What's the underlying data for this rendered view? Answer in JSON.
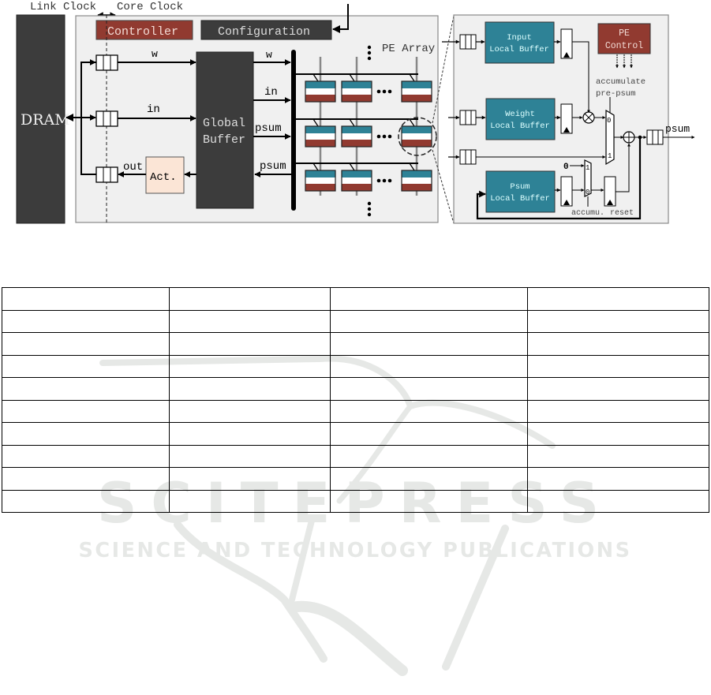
{
  "figure": {
    "clock_labels": {
      "link": "Link Clock",
      "core": "Core Clock"
    },
    "dram_label": "DRAM",
    "controller_label": "Controller",
    "configuration_label": "Configuration",
    "global_buffer_label": [
      "Global",
      "Buffer"
    ],
    "act_label": "Act.",
    "pe_array_label": "PE Array",
    "signals": {
      "w_left": "w",
      "in_left": "in",
      "out_left": "out",
      "w_right": "w",
      "in_right": "in",
      "psum_in": "psum",
      "psum_out": "psum"
    },
    "pe_detail": {
      "input_buffer": [
        "Input",
        "Local Buffer"
      ],
      "weight_buffer": [
        "Weight",
        "Local Buffer"
      ],
      "psum_buffer": [
        "Psum",
        "Local Buffer"
      ],
      "pe_control": [
        "PE",
        "Control"
      ],
      "accumulate_label": [
        "accumulate",
        "pre-psum"
      ],
      "mux_top_inputs": [
        "0",
        "1"
      ],
      "mux_bottom_inputs": [
        "1",
        "0"
      ],
      "zero_constant": "0",
      "accumu_label": "accumu.",
      "reset_label": "reset",
      "output_label": "psum"
    },
    "colors": {
      "dark_block": "#3c3c3c",
      "controller_red": "#913a30",
      "teal": "#2e8296",
      "act_fill": "#fbe5d6",
      "panel_bg": "#f0f0f0",
      "pe_top": "#2e8296",
      "pe_bottom": "#913a30"
    }
  },
  "table": {
    "columns": 4,
    "rows": [
      [
        "",
        "",
        "",
        ""
      ],
      [
        "",
        "",
        "",
        ""
      ],
      [
        "",
        "",
        "",
        ""
      ],
      [
        "",
        "",
        "",
        ""
      ],
      [
        "",
        "",
        "",
        ""
      ],
      [
        "",
        "",
        "",
        ""
      ],
      [
        "",
        "",
        "",
        ""
      ],
      [
        "",
        "",
        "",
        ""
      ],
      [
        "",
        "",
        "",
        ""
      ],
      [
        "",
        "",
        "",
        ""
      ]
    ]
  },
  "watermark": {
    "line1": "SCITEPRESS",
    "line2": "SCIENCE AND TECHNOLOGY PUBLICATIONS"
  }
}
